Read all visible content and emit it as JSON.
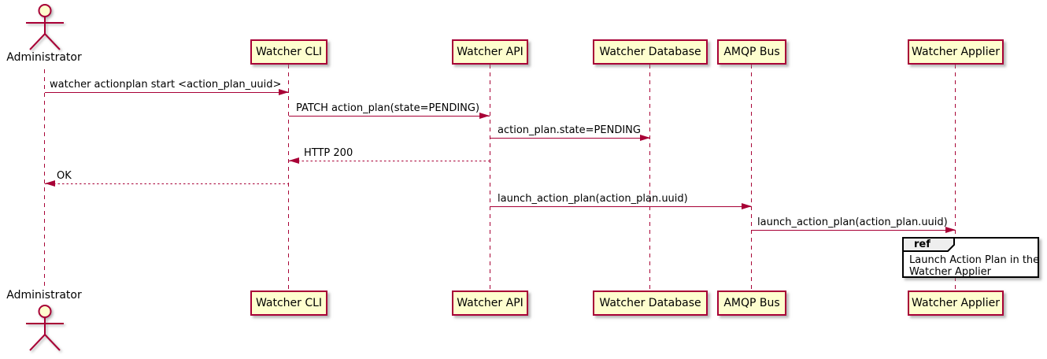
{
  "diagram": {
    "type": "sequence-diagram",
    "colors": {
      "accent": "#A80036",
      "participant_fill": "#FEFECE",
      "ref_header_fill": "#EEEEEE",
      "ref_border": "#000000",
      "text": "#000000",
      "background": "#FFFFFF"
    },
    "actor": {
      "name": "Administrator"
    },
    "participants": [
      {
        "name": "Watcher CLI"
      },
      {
        "name": "Watcher API"
      },
      {
        "name": "Watcher Database"
      },
      {
        "name": "AMQP Bus"
      },
      {
        "name": "Watcher Applier"
      }
    ],
    "messages": [
      {
        "from": "Administrator",
        "to": "Watcher CLI",
        "label": "watcher actionplan start <action_plan_uuid>",
        "style": "solid"
      },
      {
        "from": "Watcher CLI",
        "to": "Watcher API",
        "label": "PATCH action_plan(state=PENDING)",
        "style": "solid"
      },
      {
        "from": "Watcher API",
        "to": "Watcher Database",
        "label": "action_plan.state=PENDING",
        "style": "solid"
      },
      {
        "from": "Watcher API",
        "to": "Watcher CLI",
        "label": "HTTP 200",
        "style": "dotted"
      },
      {
        "from": "Watcher CLI",
        "to": "Administrator",
        "label": "OK",
        "style": "dotted"
      },
      {
        "from": "Watcher API",
        "to": "AMQP Bus",
        "label": "launch_action_plan(action_plan.uuid)",
        "style": "solid"
      },
      {
        "from": "AMQP Bus",
        "to": "Watcher Applier",
        "label": "launch_action_plan(action_plan.uuid)",
        "style": "solid"
      }
    ],
    "ref": {
      "keyword": "ref",
      "over": "Watcher Applier",
      "line1": "Launch Action Plan in the",
      "line2": "Watcher Applier"
    }
  }
}
